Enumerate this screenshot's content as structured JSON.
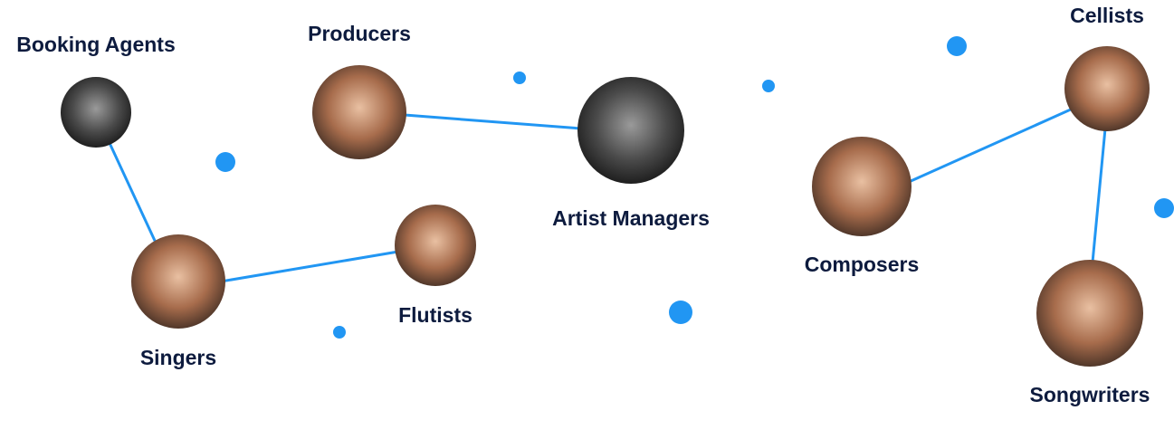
{
  "colors": {
    "accent": "#2196f3",
    "label": "#0d1b3e"
  },
  "nodes": [
    {
      "id": "booking-agents",
      "label": "Booking Agents",
      "tone": "mono"
    },
    {
      "id": "producers",
      "label": "Producers",
      "tone": "warm"
    },
    {
      "id": "artist-managers",
      "label": "Artist Managers",
      "tone": "mono"
    },
    {
      "id": "cellists",
      "label": "Cellists",
      "tone": "warm"
    },
    {
      "id": "composers",
      "label": "Composers",
      "tone": "warm"
    },
    {
      "id": "singers",
      "label": "Singers",
      "tone": "warm"
    },
    {
      "id": "flutists",
      "label": "Flutists",
      "tone": "warm"
    },
    {
      "id": "songwriters",
      "label": "Songwriters",
      "tone": "warm"
    }
  ],
  "edges": [
    [
      "booking-agents",
      "singers"
    ],
    [
      "singers",
      "flutists"
    ],
    [
      "producers",
      "artist-managers"
    ],
    [
      "composers",
      "cellists"
    ],
    [
      "cellists",
      "songwriters"
    ]
  ]
}
